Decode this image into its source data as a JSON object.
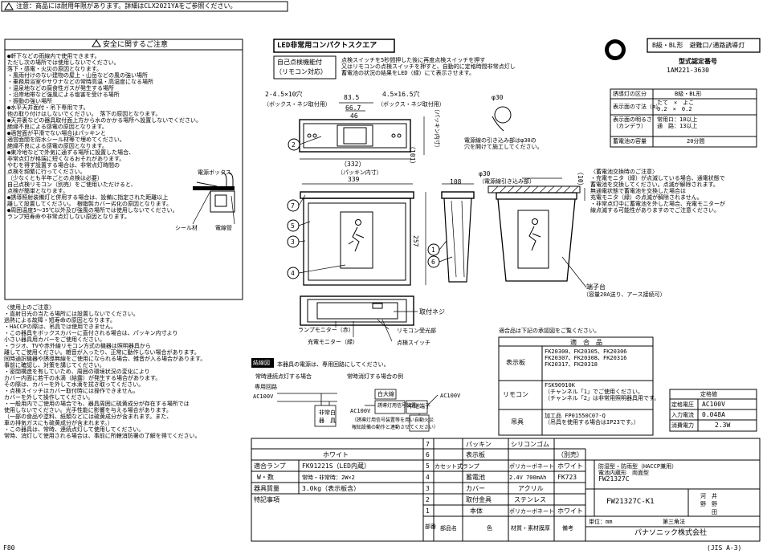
{
  "header_notice": "注意：商品には耐用年限があります。詳細はCLX2021YAをご参照ください。",
  "safety": {
    "title": "安全に関するご注意",
    "lines": [
      "●軒下などの雨線内で使用できます。",
      "  ただし次の場所では使用しないでください。",
      "  落下・感電・火災の原因となります。",
      "  ・風雨付けのない建物の屋上・山岳などの風の強い場所",
      "  ・乗務用浴室やサウナなどの常時高温・高湿度になる場所",
      "  ・温泉地などの腐食性ガスが発生する場所",
      "  ・沿岸地帯など強風による塩害を受ける場所",
      "  ・振動の強い場所",
      "●水平天井面付・吊下専用です。",
      "  他の取り付けはしないでください。　落下の原因となります。",
      "●天井裏などの器具取付面上方から水のかかる場所へ設置しないでください。",
      "  絶縁不良による感電の原因となります。",
      "●適営面が平滑でない場合はパッキンと",
      "  適営面間を防水シール材等で埋めてください。",
      "  絶縁不良による感電の原因となります。",
      "●東冷地などで外気に通ずる場所に設置した場合、",
      "  非常点灯が格端に短くなるおそれがあります。",
      "  やむを得ず設置する場合は、非常点灯時間の",
      "  点検を頻繁に行ってください。",
      "  （少なくとも半年ごとの点検は必要）",
      "  自己点検リモコン（別売）をご使用いただけると、",
      "  点検が簡単となります。",
      "●誘導照射装備灯と併用する場合は、設備に指定された距離以上",
      "  離して設置してください。　樹脂製カバー劣化の原因となります。",
      "●周囲温度5～35℃以外及び強風の場所では使用しないでください。",
      "  ランプ短寿命や非常点灯しない原因となります。"
    ],
    "inset_labels": [
      "電源ボックス",
      "シール材",
      "電線管"
    ]
  },
  "usage": {
    "lines": [
      "〈使用上のご注意〉",
      "・直射日光の当たる場所には設置しないでください。",
      "  過熱による故障・短寿命の原因となります。",
      "・HACCPの際は、吊具では使用できません。",
      "・この器具をボックスカバーに直付される場合は、パッキン内寸より",
      "  小さい器具用カバーをご使用ください。",
      "・ラジオ、TVや赤外線リモコン方式の機器は照明器具から",
      "  離してご使用ください。雑音が入ったり、正常に動作しない場合があります。",
      "  同時通訳機器や誘導無線をご使用になられる場合、雑音が入る場合があります。",
      "  事前に確認し、対策を講じてください。",
      "・密閉構造を有していため、周囲の環境状況の変化により",
      "  カバー内面に若干の水滴（結露）が発生する場合があります。",
      "  その際は、カバーを外して水滴を拭き取ってください。",
      "・点検スイッチはカバー取付時には操作できません。",
      "  カバーを外して操作してください。",
      "・一般用内でご使用の場合でも、器具周囲に硫黄成分が存在する場所では",
      "  使用しないでください。光手性能に影響を与える場合があります。",
      "  （一部の食品や塗料、紙類などには硫黄成分が含まれます。また、",
      "  車の排気ガスにも硫黄成分が含まれます。）",
      "・この器具は、常時、連続点灯して使用してください。",
      "  常時、消灯して使用される場合は、事前に所轄消防署の了解を得てください。"
    ]
  },
  "product": {
    "name": "LED非常用コンパクトスクエア",
    "self_check": [
      "自己点検機能付",
      "（リモコン対応）"
    ],
    "self_check_desc": [
      "点検スイッチを5秒間押した後に再度点検スイッチを押す",
      "又はリモコンの点検スイッチを押すと、自動的に定格時間非常点灯し",
      "蓄電池の状況の結果をLED（緑）にて表示させます。"
    ],
    "class_badge": "B級・BL形　避難口/通路誘導灯",
    "approval_title": "型式認定番号",
    "approval_number": "1AM221-3630"
  },
  "class_table": [
    [
      "誘導灯の区分",
      "B級・BL形"
    ],
    [
      "表示面の寸法（m）",
      "たて　×　よこ\n0.2　×　0.2"
    ],
    [
      "表示面の明るさ\n（カンデラ）",
      "常用ロ：10以上\n通　路：13以上"
    ],
    [
      "蓄電池の容量",
      "20分間"
    ]
  ],
  "dims": {
    "hole_left": "2-4.5×10穴",
    "hole_left_sub": "（ボックス・ネジ取付用）",
    "d83": "83.5",
    "d66": "66.7",
    "d46": "46",
    "hole_right": "4.5×16.5穴",
    "hole_right_sub": "（ボックス・ネジ取付用）",
    "d101": "（101）",
    "packing": "（パッキン内寸）",
    "d332": "（332）",
    "packing2": "（パッキン内寸）",
    "phi30": "φ30",
    "power_hole": [
      "電源線の引き込み部はφ30の",
      "穴を開けて施工してください。"
    ],
    "d339": "339",
    "d108": "108",
    "phi30b": "φ30",
    "phi30b_sub": "（電源線引き込み部）",
    "d10": "（10）",
    "d257": "257",
    "terminal": "端子台",
    "terminal_sub": "（容量20A送り、アース接続可）"
  },
  "callouts": [
    "1",
    "2",
    "3",
    "4",
    "5",
    "6",
    "7"
  ],
  "bottom_view": {
    "screw": "取付ネジ",
    "lamp_monitor": "ランプモニター（赤）",
    "charge_monitor": "充電モニター（緑）",
    "remote_rx": "リモコン受光部",
    "check_switch": "点検スイッチ"
  },
  "battery_notes": [
    "〈蓄電池交換時のご注意〉",
    "・充電モニタ（緑）が点滅している場合、通電状態で",
    "  蓄電池を交換してください。点滅が解除されます。",
    "  無通電状態で蓄電池を交換した場合は",
    "  充電モニタ（緑）の点滅が解除されません。",
    "",
    "・非常点灯中に蓄電池を外した場合、充電モニターが",
    "  線点滅する可能性がありますのでご注意ください。"
  ],
  "wiring": {
    "title": "結線図",
    "note": "本器具の電源は、専用回路にしてください。",
    "continuous": "常時連続点灯する場合",
    "off_example": "常時消灯する場合の例",
    "ac1": "AC100V",
    "ac2": "AC100V",
    "ac3": "AC100V",
    "dedicated": "専用回路",
    "relay": "中継端子",
    "white_black": "白大線",
    "emergency": [
      "非常白",
      "器　具"
    ],
    "signal": "誘導灯用信号装置",
    "footnote": [
      "（誘導灯用信号装置等を用い自動火災",
      "報知設備の動作と連動させてください）"
    ]
  },
  "compat": {
    "title": "適合品は下記の承認図をご覧ください。",
    "header": "適　合　品",
    "rows": [
      {
        "label": "表示板",
        "items": [
          "FK20300、FK20305、FK20306",
          "FK20307、FK20308、FK20316",
          "FK20317、FK20318"
        ]
      },
      {
        "label": "リモコン",
        "items": [
          "FSK90910K",
          "（チャンネル「1」でご使用ください。",
          "（チャンネル「2」は非常用照明器具用です。"
        ]
      },
      {
        "label": "吊具",
        "items": [
          "加工品 FP01550C07-Q",
          "（吊具を使用する場合はIP23です。）"
        ]
      }
    ]
  },
  "rating": {
    "title": "定格値",
    "rows": [
      [
        "定格電圧",
        "AC100V"
      ],
      [
        "入力電流",
        "0.048A"
      ],
      [
        "消費電力",
        "2.3W"
      ]
    ]
  },
  "bom": {
    "color": "ホワイト",
    "rows": [
      {
        "no": "7",
        "name": "パッキン",
        "mat": "シリコンゴム",
        "color": "",
        "note": ""
      },
      {
        "no": "6",
        "name": "表示板",
        "mat": "",
        "color": "（別売）",
        "note": ""
      },
      {
        "no": "5",
        "name": "カセット式ランプ",
        "mat": "ポリカーボネート",
        "color": "ホワイト",
        "note": ""
      },
      {
        "no": "4",
        "name": "蓄電池",
        "mat": "2.4V 700mAh",
        "color": "FK723",
        "note": ""
      },
      {
        "no": "3",
        "name": "カバー",
        "mat": "アクリル",
        "color": "",
        "note": ""
      },
      {
        "no": "2",
        "name": "取付金具",
        "mat": "ステンレス",
        "color": "",
        "note": ""
      },
      {
        "no": "1",
        "name": "本体",
        "mat": "ポリカーボネート",
        "color": "ホワイト",
        "note": ""
      }
    ],
    "head": [
      "部番",
      "部品名",
      "材質・素材膜厚",
      "色",
      "備考"
    ],
    "left": [
      [
        "適合ランプ",
        "FK91221S（LED内蔵）"
      ],
      [
        "W・数",
        "常時・非常時：2W×2"
      ],
      [
        "器具質量",
        "3.0kg（表示板含）"
      ],
      [
        "特記事項",
        ""
      ]
    ]
  },
  "titleblock": {
    "desc": [
      "防湿型・防雨型（HACCP兼用）",
      "電池内蔵形　両面型",
      "FW21327C"
    ],
    "model": "FW21327C-K1",
    "unit": "単位：mm",
    "angle": "第三角法",
    "names": [
      "河　井",
      "野　野",
      "　　田"
    ],
    "company": "パナソニック株式会社"
  },
  "footer_left": "F80",
  "footer_right": "(JIS A-3)"
}
